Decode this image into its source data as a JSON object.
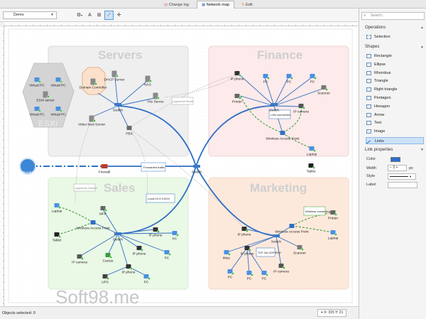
{
  "tabs": [
    {
      "label": "Change log",
      "active": false
    },
    {
      "label": "Network map",
      "active": true
    },
    {
      "label": "Edit",
      "active": false
    }
  ],
  "toolbar": {
    "diagram_select": "Demo"
  },
  "groups": [
    {
      "title": "Servers",
      "fill": "#efefef"
    },
    {
      "title": "Finance",
      "fill": "#fdeaea"
    },
    {
      "title": "Sales",
      "fill": "#eaf8e6"
    },
    {
      "title": "Marketing",
      "fill": "#fde9dc"
    }
  ],
  "hypervisor": {
    "label": "ESXi"
  },
  "link_labels": {
    "forwarded": "Forwarded traffic",
    "local": "Local 10.0.0.0/24",
    "lan": "LAN connection",
    "logical_servers": "Logical link Phone",
    "logical_sales": "Logical link Camera",
    "wireless": "Wireless connection",
    "tcp": "TCP 3rd UDP 8000"
  },
  "nodes": {
    "virtual_pc": "Virtual PC",
    "esxi_server": "ESXi server",
    "domain_controller": "Domain Controller",
    "dhcp_server": "DHCP Server",
    "nas": "NAS",
    "file_server": "File Server",
    "video_feed_server": "Video feed Server",
    "switch": "Switch",
    "pbx": "PBX",
    "router": "Router",
    "firewall": "Firewall",
    "ip_phone": "IP phone",
    "printer": "Printer",
    "pc": "PC",
    "scanner": "Scanner",
    "ip_camera": "IP camera",
    "laptop": "Laptop",
    "tablet": "Tablet",
    "wap": "Wireless Access Point",
    "mfp": "MFP",
    "cactus": "Cactus",
    "ups": "UPS",
    "imac": "iMac"
  },
  "watermark": "Soft98.me",
  "status": {
    "objects_selected": "Objects selected: 0",
    "coords": "X: 315 Y: 21"
  },
  "panel": {
    "search_placeholder": "Search...",
    "operations_title": "Operations",
    "operations": [
      {
        "label": "Selection"
      }
    ],
    "shapes_title": "Shapes",
    "shapes": [
      {
        "label": "Rectangle"
      },
      {
        "label": "Ellipse"
      },
      {
        "label": "Rhombus"
      },
      {
        "label": "Triangle"
      },
      {
        "label": "Right triangle"
      },
      {
        "label": "Pentagon"
      },
      {
        "label": "Hexagon"
      },
      {
        "label": "Arrow"
      },
      {
        "label": "Text"
      },
      {
        "label": "Image"
      }
    ],
    "links_label": "Links",
    "link_properties_title": "Link properties",
    "color_label": "Color",
    "color_value": "#2a6ed0",
    "width_label": "Width",
    "width_value": "2",
    "width_unit": "px",
    "style_label": "Style",
    "label_label": "Label"
  }
}
